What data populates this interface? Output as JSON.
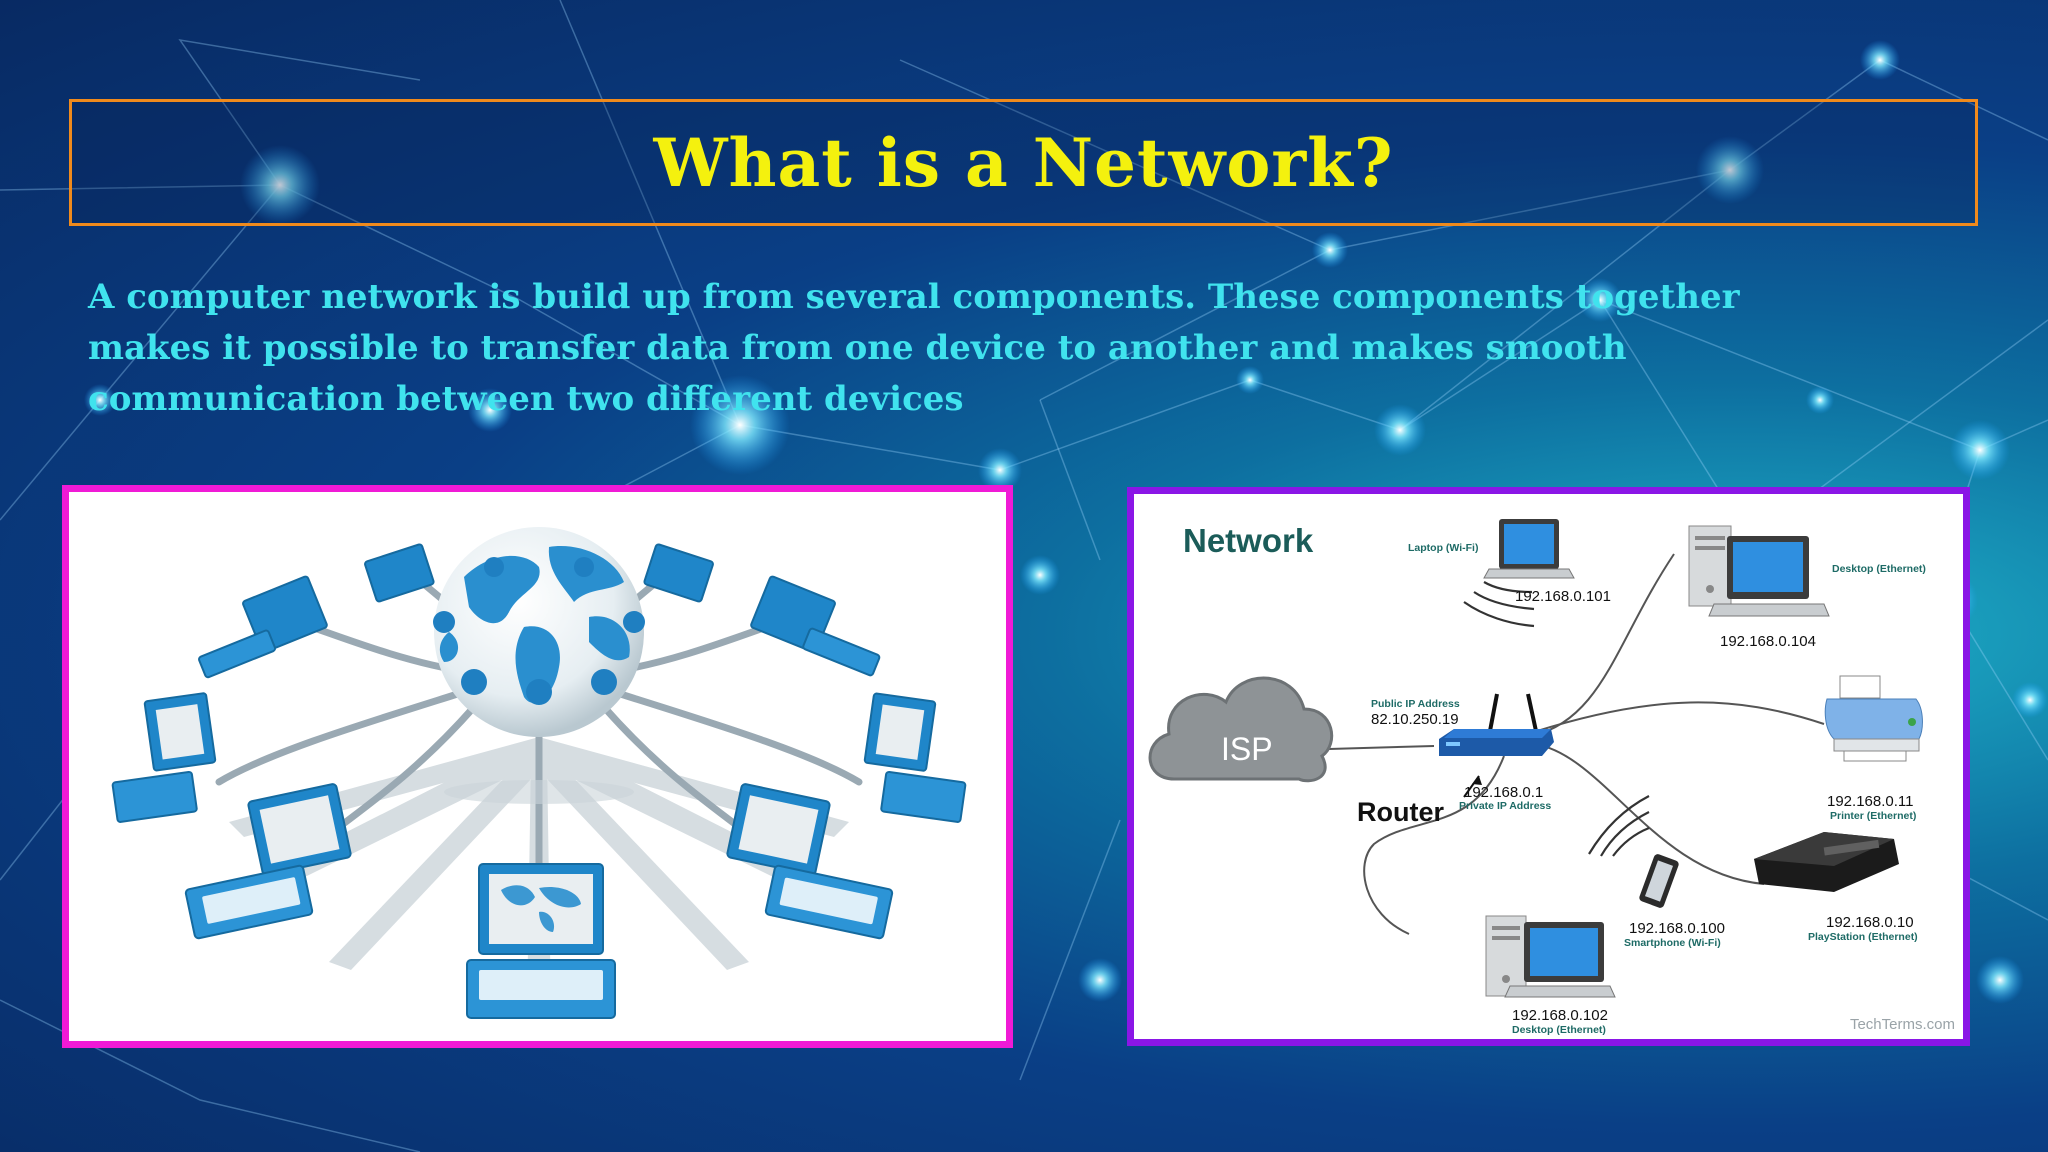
{
  "slide": {
    "title": "What is a Network?",
    "body": "A computer network is build up from several components. These components together makes it possible to transfer data from one device to another and makes smooth communication between two different devices"
  },
  "colors": {
    "title": "#f4f10e",
    "body_text": "#40e3ee",
    "title_border": "#f08a1c",
    "left_frame": "#f01ad6",
    "right_frame": "#8a16e6",
    "diagram_teal": "#1b5c59"
  },
  "diagram": {
    "title": "Network",
    "isp": "ISP",
    "router": "Router",
    "public_ip_label": "Public IP Address",
    "public_ip": "82.10.250.19",
    "router_ip": "192.168.0.1",
    "router_ip_label": "Private IP Address",
    "devices": [
      {
        "ip": "192.168.0.101",
        "label": "Laptop (Wi-Fi)"
      },
      {
        "ip": "192.168.0.104",
        "label": "Desktop (Ethernet)"
      },
      {
        "ip": "192.168.0.11",
        "label": "Printer (Ethernet)"
      },
      {
        "ip": "192.168.0.10",
        "label": "PlayStation (Ethernet)"
      },
      {
        "ip": "192.168.0.100",
        "label": "Smartphone (Wi-Fi)"
      },
      {
        "ip": "192.168.0.102",
        "label": "Desktop (Ethernet)"
      }
    ],
    "credit": "TechTerms.com"
  },
  "icons": [
    "globe-icon",
    "laptop-icon",
    "cloud-icon",
    "router-icon",
    "desktop-icon",
    "printer-icon",
    "game-console-icon",
    "smartphone-icon",
    "wifi-waves-icon"
  ]
}
